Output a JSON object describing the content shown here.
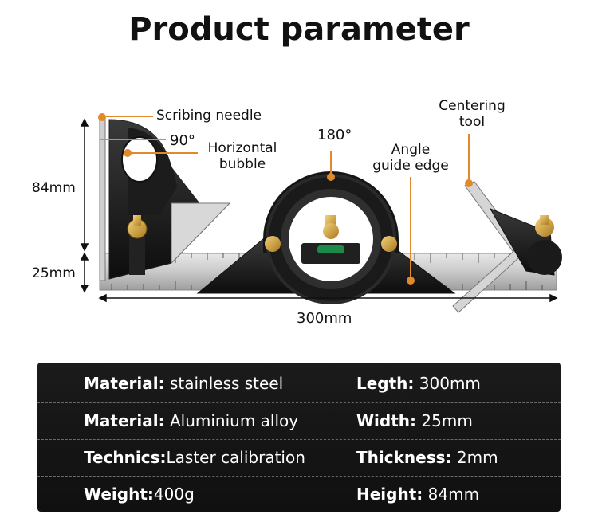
{
  "title": "Product parameter",
  "labels": {
    "scribing_needle": "Scribing needle",
    "angle_90": "90°",
    "horizontal_bubble_1": "Horizontal",
    "horizontal_bubble_2": "bubble",
    "angle_180": "180°",
    "angle_guide_1": "Angle",
    "angle_guide_2": "guide edge",
    "centering_1": "Centering",
    "centering_2": "tool",
    "dim_84": "84mm",
    "dim_25": "25mm",
    "dim_300": "300mm"
  },
  "specs": [
    {
      "l_key": "Material:",
      "l_val": " stainless steel",
      "r_key": "Legth:",
      "r_val": " 300mm"
    },
    {
      "l_key": "Material:",
      "l_val": " Aluminium alloy",
      "r_key": "Width:",
      "r_val": " 25mm"
    },
    {
      "l_key": "Technics:",
      "l_val": "Laster calibration",
      "r_key": "Thickness:",
      "r_val": " 2mm"
    },
    {
      "l_key": "Weight:",
      "l_val": "400g",
      "r_key": "Height:",
      "r_val": " 84mm"
    }
  ]
}
